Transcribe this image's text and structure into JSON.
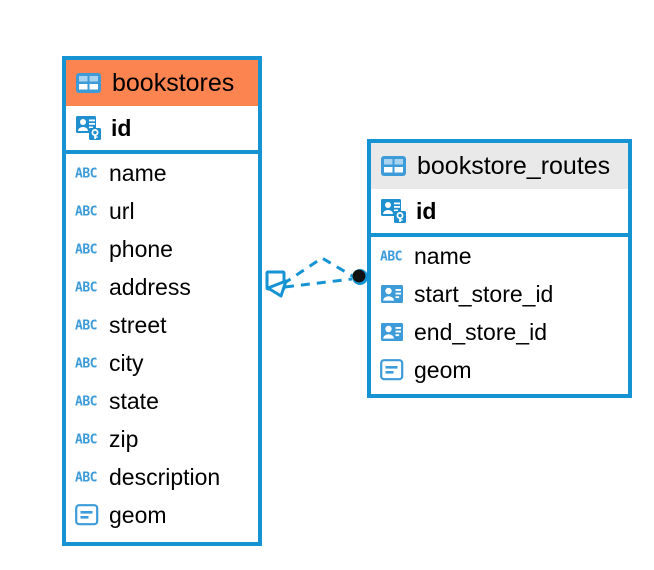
{
  "diagram": {
    "type": "entity-relationship-diagram",
    "colors": {
      "border": "#1593D3",
      "accent_header": "#FC8450",
      "neutral_header": "#E9E9E9",
      "icon_blue": "#3C9BD8",
      "relation_line": "#1593D3",
      "endpoint_dot": "#111111",
      "text": "#000000",
      "background": "#FFFFFF"
    },
    "entities": [
      {
        "id": "bookstores",
        "name": "bookstores",
        "header_style": "orange",
        "table_icon": "table-icon",
        "fields": [
          {
            "name": "id",
            "type": "primary-key",
            "icon": "primary-key-icon",
            "bold": true
          },
          {
            "name": "name",
            "type": "text",
            "icon": "abc-text-icon",
            "bold": false
          },
          {
            "name": "url",
            "type": "text",
            "icon": "abc-text-icon",
            "bold": false
          },
          {
            "name": "phone",
            "type": "text",
            "icon": "abc-text-icon",
            "bold": false
          },
          {
            "name": "address",
            "type": "text",
            "icon": "abc-text-icon",
            "bold": false
          },
          {
            "name": "street",
            "type": "text",
            "icon": "abc-text-icon",
            "bold": false
          },
          {
            "name": "city",
            "type": "text",
            "icon": "abc-text-icon",
            "bold": false
          },
          {
            "name": "state",
            "type": "text",
            "icon": "abc-text-icon",
            "bold": false
          },
          {
            "name": "zip",
            "type": "text",
            "icon": "abc-text-icon",
            "bold": false
          },
          {
            "name": "description",
            "type": "text",
            "icon": "abc-text-icon",
            "bold": false
          },
          {
            "name": "geom",
            "type": "geometry",
            "icon": "geometry-icon",
            "bold": false
          }
        ]
      },
      {
        "id": "bookstore_routes",
        "name": "bookstore_routes",
        "header_style": "grey",
        "table_icon": "table-icon",
        "fields": [
          {
            "name": "id",
            "type": "primary-key",
            "icon": "primary-key-icon",
            "bold": true
          },
          {
            "name": "name",
            "type": "text",
            "icon": "abc-text-icon",
            "bold": false
          },
          {
            "name": "start_store_id",
            "type": "foreign-key",
            "icon": "foreign-key-icon",
            "bold": false
          },
          {
            "name": "end_store_id",
            "type": "foreign-key",
            "icon": "foreign-key-icon",
            "bold": false
          },
          {
            "name": "geom",
            "type": "geometry",
            "icon": "geometry-icon",
            "bold": false
          }
        ]
      }
    ],
    "relationship": {
      "from_entity": "bookstores",
      "to_entity": "bookstore_routes",
      "line_style": "dashed",
      "source_marker": "crows-foot-marker",
      "target_marker": "filled-circle-marker"
    }
  }
}
